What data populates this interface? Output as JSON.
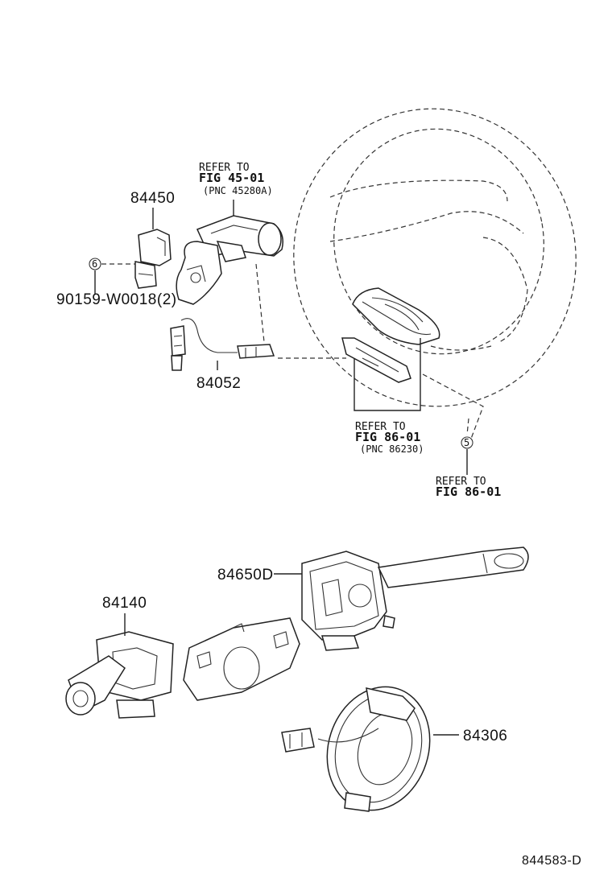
{
  "labels": {
    "p84450": "84450",
    "p90159": "90159-W0018(2)",
    "p84052": "84052",
    "p84650d": "84650D",
    "p84140": "84140",
    "p84306": "84306",
    "marker_6": "6",
    "marker_5": "5"
  },
  "refs": {
    "ref1_line1": "REFER TO",
    "ref1_line2": "FIG 45-01",
    "ref1_line3": "(PNC 45280A)",
    "ref2_line1": "REFER TO",
    "ref2_line2": "FIG 86-01",
    "ref2_line3": "(PNC 86230)",
    "ref3_line1": "REFER TO",
    "ref3_line2": "FIG 86-01"
  },
  "footer": {
    "diagram_code": "844583-D"
  }
}
